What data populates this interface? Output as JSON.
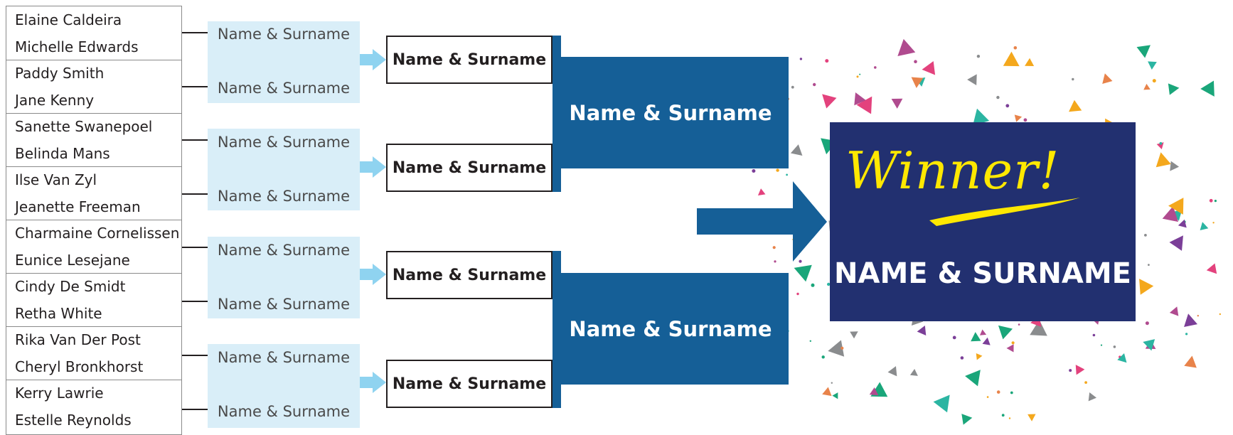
{
  "players": [
    [
      "Elaine Caldeira",
      "Michelle Edwards"
    ],
    [
      "Paddy Smith",
      "Jane Kenny"
    ],
    [
      "Sanette Swanepoel",
      "Belinda Mans"
    ],
    [
      "Ilse Van Zyl",
      "Jeanette Freeman"
    ],
    [
      "Charmaine Cornelissen",
      "Eunice Lesejane"
    ],
    [
      "Cindy De Smidt",
      "Retha White"
    ],
    [
      "Rika Van Der Post",
      "Cheryl Bronkhorst"
    ],
    [
      "Kerry Lawrie",
      "Estelle Reynolds"
    ]
  ],
  "round1": [
    [
      "Name & Surname",
      "Name & Surname"
    ],
    [
      "Name & Surname",
      "Name & Surname"
    ],
    [
      "Name & Surname",
      "Name & Surname"
    ],
    [
      "Name & Surname",
      "Name & Surname"
    ]
  ],
  "round2": [
    "Name & Surname",
    "Name & Surname",
    "Name & Surname",
    "Name & Surname"
  ],
  "round3": [
    "Name & Surname",
    "Name & Surname"
  ],
  "winner": {
    "title": "Winner!",
    "name": "NAME & SURNAME"
  },
  "colors": {
    "light_blue": "#d9eef8",
    "arrow_blue": "#8fd3f0",
    "dark_blue": "#155f97",
    "navy": "#223070",
    "yellow": "#ffe800"
  }
}
